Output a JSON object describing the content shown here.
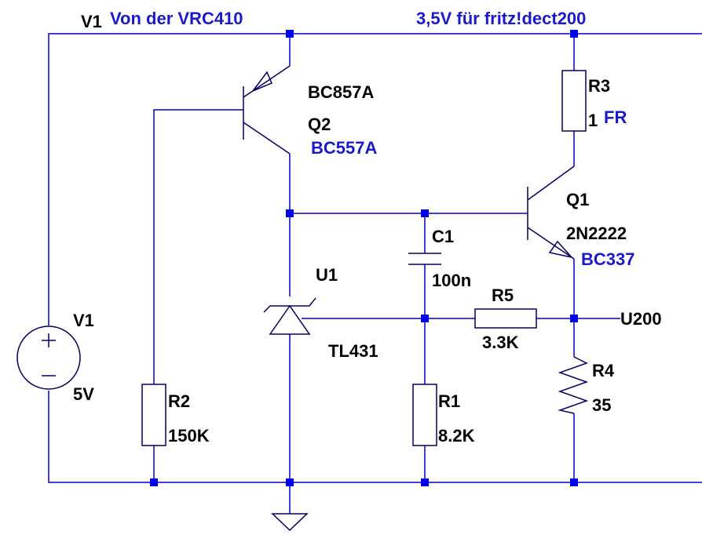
{
  "rails": {
    "top_left_label": "V1",
    "top_left_note": "Von der VRC410",
    "top_right_note": "3,5V für fritz!dect200"
  },
  "components": {
    "v1": {
      "name": "V1",
      "value": "5V"
    },
    "q2": {
      "model": "BC857A",
      "name": "Q2",
      "note": "BC557A"
    },
    "r3": {
      "name": "R3",
      "value": "1",
      "note": "FR"
    },
    "q1": {
      "name": "Q1",
      "model": "2N2222",
      "note": "BC337"
    },
    "u1": {
      "name": "U1",
      "model": "TL431"
    },
    "c1": {
      "name": "C1",
      "value": "100n"
    },
    "r5": {
      "name": "R5",
      "value": "3.3K"
    },
    "r4": {
      "name": "R4",
      "value": "35"
    },
    "r2": {
      "name": "R2",
      "value": "150K"
    },
    "r1": {
      "name": "R1",
      "value": "8.2K"
    }
  },
  "nets": {
    "output": "U200"
  }
}
